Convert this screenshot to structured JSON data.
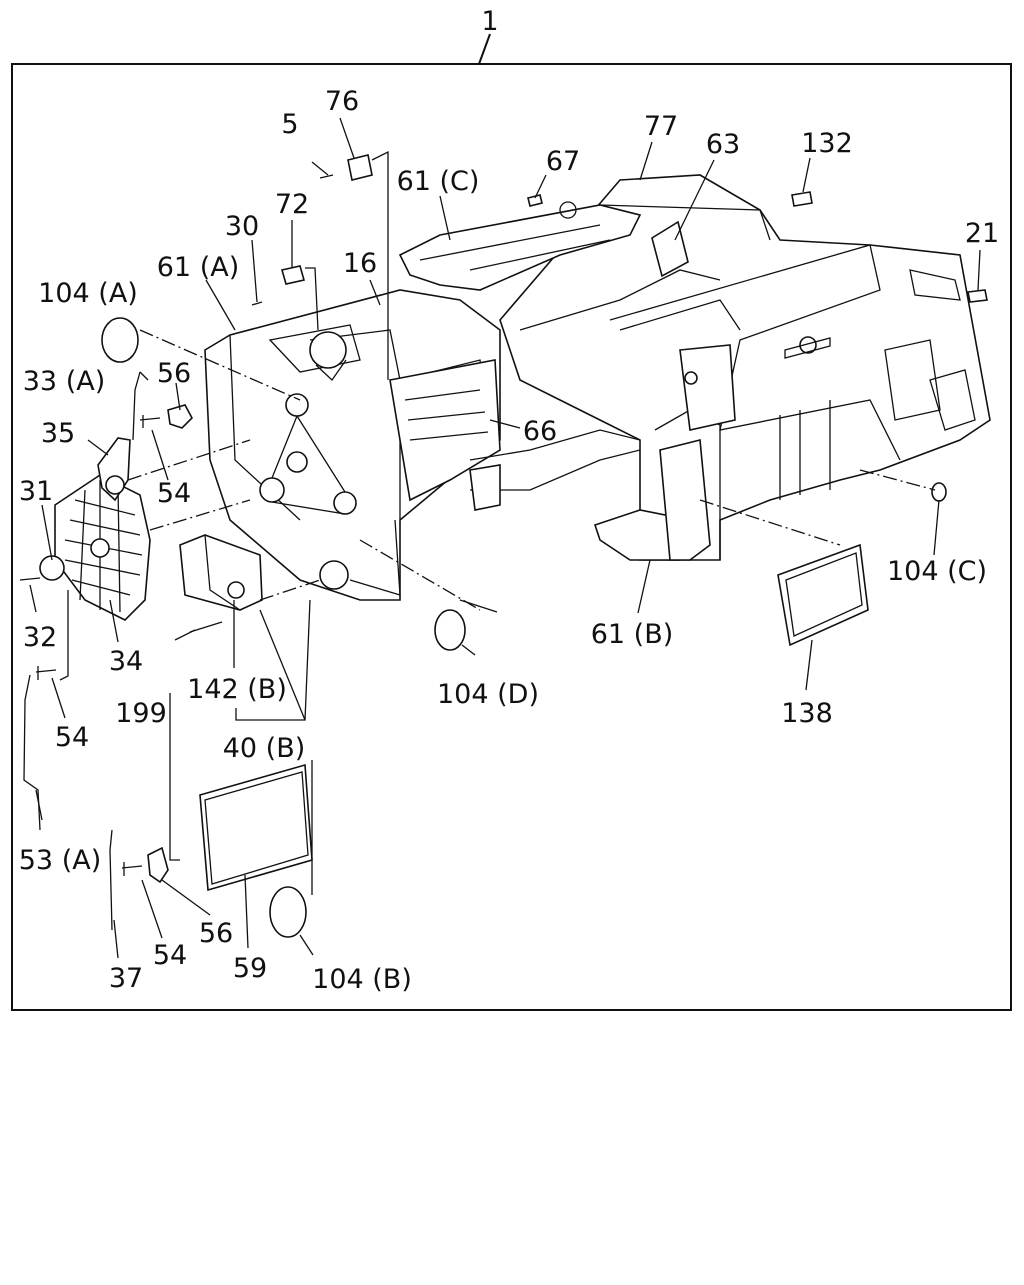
{
  "callouts": {
    "c1": "1",
    "c5": "5",
    "c76": "76",
    "c77": "77",
    "c63": "63",
    "c132": "132",
    "c67": "67",
    "c61c": "61 (C)",
    "c30": "30",
    "c72": "72",
    "c21": "21",
    "c61a": "61 (A)",
    "c16": "16",
    "c104a": "104 (A)",
    "c33a": "33 (A)",
    "c56top": "56",
    "c35": "35",
    "c66": "66",
    "c54a": "54",
    "c31": "31",
    "c32": "32",
    "c34": "34",
    "c54b": "54",
    "c199": "199",
    "c142b": "142 (B)",
    "c40b": "40 (B)",
    "c104d": "104 (D)",
    "c61b": "61 (B)",
    "c104c": "104 (C)",
    "c138": "138",
    "c53a": "53 (A)",
    "c56bot": "56",
    "c54c": "54",
    "c37": "37",
    "c59": "59",
    "c104b": "104 (B)"
  }
}
